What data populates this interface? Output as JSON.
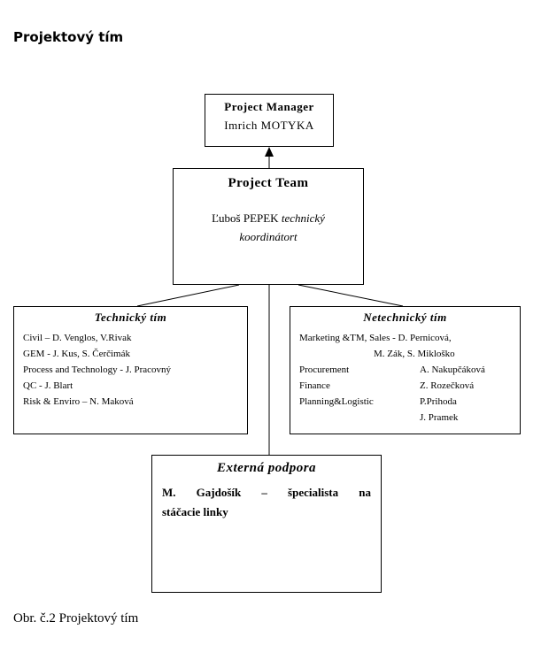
{
  "heading": "Projektový tím",
  "project_manager": {
    "title": "Project Manager",
    "name": "Imrich MOTYKA"
  },
  "project_team": {
    "title": "Project Team",
    "desc_name": "Ľuboš PEPEK",
    "desc_role": "technický koordinátort"
  },
  "technical_team": {
    "title": "Technický tím",
    "items": [
      "Civil – D. Venglos, V.Rivak",
      "GEM - J. Kus, S. Čerčimák",
      "Process and Technology  - J. Pracovný",
      "QC      - J. Blart",
      "Risk & Enviro – N. Maková"
    ]
  },
  "non_technical_team": {
    "title": "Netechnický tím",
    "marketing_line1": "Marketing &TM, Sales - D. Pernicová,",
    "marketing_line2": "M. Zák, S. Mikloško",
    "rows": [
      {
        "label": "Procurement",
        "value": "A. Nakupčáková"
      },
      {
        "label": "Finance",
        "value": "Z. Rozečková"
      },
      {
        "label": "Planning&Logistic",
        "value": "P.Prihoda"
      },
      {
        "label": "",
        "value": "J. Pramek"
      }
    ]
  },
  "external_support": {
    "title": "Externá podpora",
    "line1_words": [
      "M.",
      "Gajdošík",
      "–",
      "špecialista",
      "na"
    ],
    "line2": "stáčacie linky"
  },
  "caption": "Obr. č.2 Projektový tím",
  "colors": {
    "line": "#000000",
    "background": "#ffffff"
  }
}
